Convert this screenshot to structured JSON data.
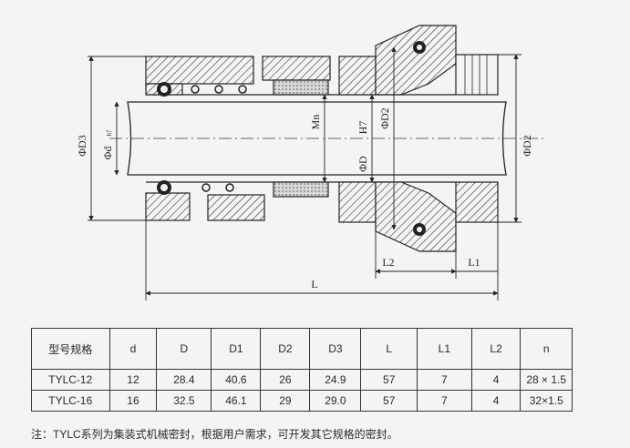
{
  "drawing": {
    "labels": {
      "phi_d3": "ΦD3",
      "phi_d": "Φd",
      "phi_d_sub": "h7",
      "mn": "Mn",
      "h7": "H7",
      "phi_d2_inner": "ΦD2",
      "phi_D": "ΦD",
      "phi_d2_outer": "ΦD2",
      "l": "L",
      "l1": "L1",
      "l2": "L2"
    }
  },
  "table": {
    "headers": [
      "型号规格",
      "d",
      "D",
      "D1",
      "D2",
      "D3",
      "L",
      "L1",
      "L2",
      "n"
    ],
    "rows": [
      [
        "TYLC-12",
        "12",
        "28.4",
        "40.6",
        "26",
        "24.9",
        "57",
        "7",
        "4",
        "28 × 1.5"
      ],
      [
        "TYLC-16",
        "16",
        "32.5",
        "46.1",
        "29",
        "29.0",
        "57",
        "7",
        "4",
        "32×1.5"
      ]
    ]
  },
  "note": "注：TYLC系列为集装式机械密封，根据用户需求，可开发其它规格的密封。"
}
